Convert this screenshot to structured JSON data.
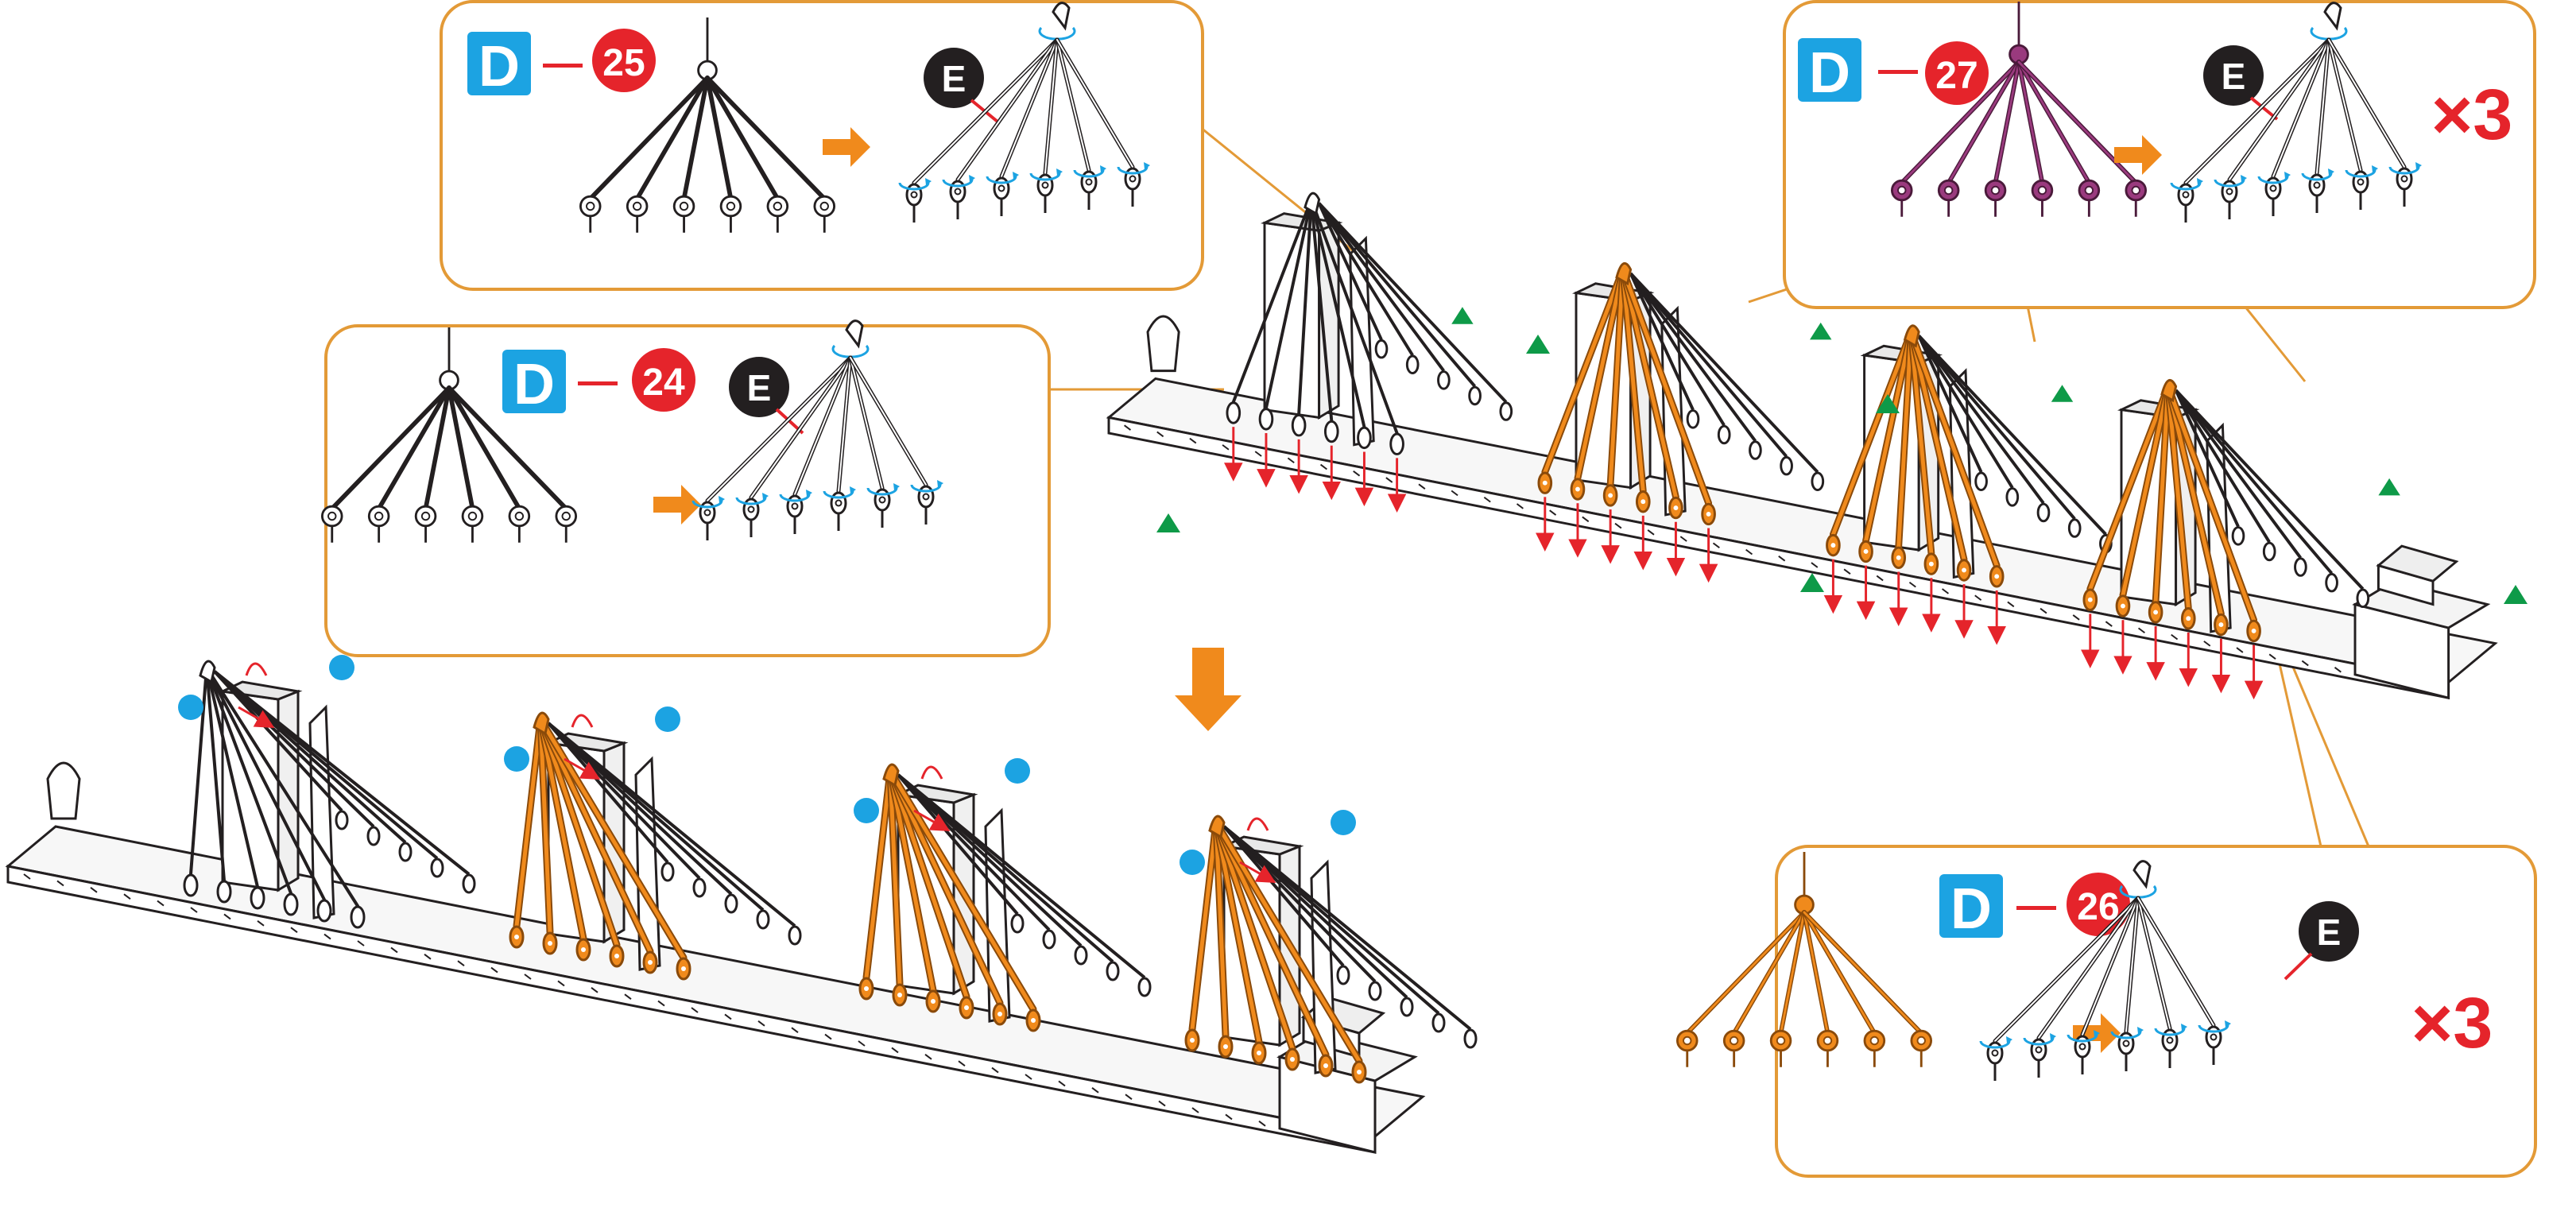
{
  "colors": {
    "callout_border": "#E39A37",
    "part_label_bg": "#1CA3E2",
    "number_badge": "#E5242B",
    "tool_badge": "#231F20",
    "orange_part": "#F08A1C",
    "purple_part": "#9A3A7E",
    "rotate_arrow": "#1CA3E2",
    "insert_arrow": "#E5242B",
    "step_arrow": "#F08A1C",
    "marker_triangle": "#0E9A48",
    "marker_dot": "#1CA3E2",
    "outline": "#231F20"
  },
  "callouts": [
    {
      "id": "d25",
      "part_letter": "D",
      "dash": "—",
      "part_number": "25",
      "tool_letter": "E",
      "multiplier": "",
      "part_color": "white"
    },
    {
      "id": "d24",
      "part_letter": "D",
      "dash": "—",
      "part_number": "24",
      "tool_letter": "E",
      "multiplier": "",
      "part_color": "white"
    },
    {
      "id": "d27",
      "part_letter": "D",
      "dash": "—",
      "part_number": "27",
      "tool_letter": "E",
      "multiplier": "×3",
      "part_color": "purple"
    },
    {
      "id": "d26",
      "part_letter": "D",
      "dash": "—",
      "part_number": "26",
      "tool_letter": "E",
      "multiplier": "×3",
      "part_color": "orange"
    }
  ],
  "icons": {
    "arrow": "right-arrow-icon",
    "down_arrow": "down-arrow-icon",
    "rotate": "rotate-arrow-icon",
    "triangle": "green-triangle-marker",
    "dot": "blue-dot-marker"
  }
}
